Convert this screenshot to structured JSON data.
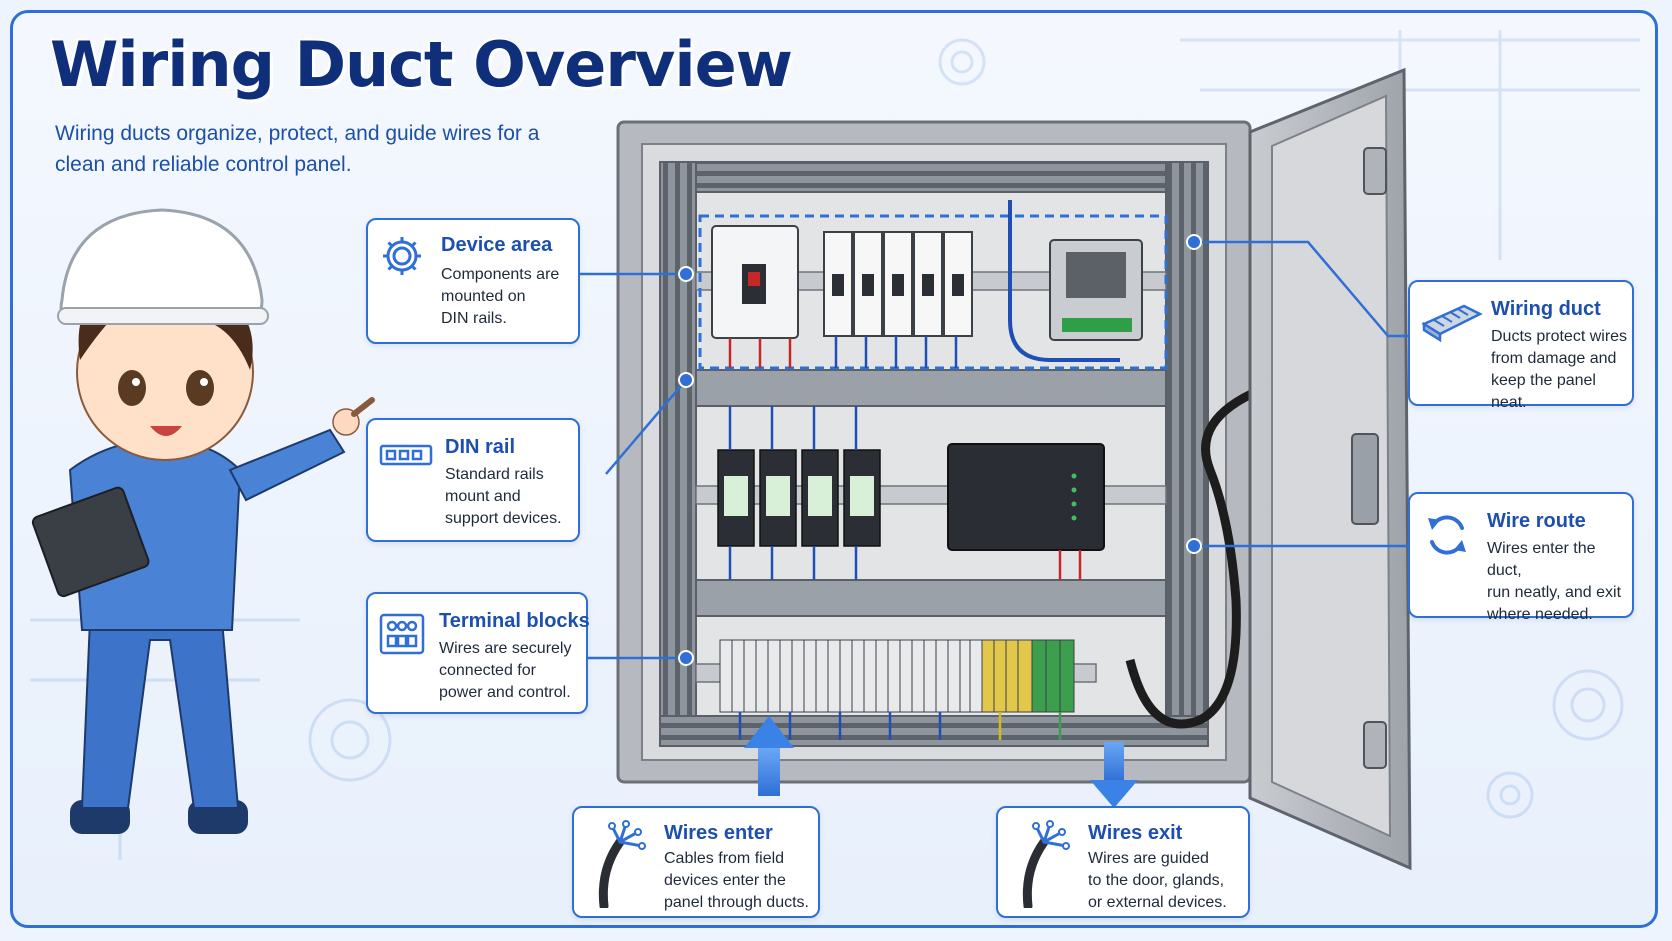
{
  "title": "Wiring Duct Overview",
  "subtitle": "Wiring ducts organize, protect, and guide wires for a clean and reliable control panel.",
  "callouts": {
    "device_area": {
      "title": "Device area",
      "text": "Components are\nmounted on\nDIN rails.",
      "icon": "gear-icon"
    },
    "din_rail": {
      "title": "DIN rail",
      "text": "Standard rails\nmount and\nsupport devices.",
      "icon": "din-rail-icon"
    },
    "terminal_blocks": {
      "title": "Terminal blocks",
      "text": "Wires are securely\nconnected for\npower and control.",
      "icon": "terminal-block-icon"
    },
    "wiring_duct": {
      "title": "Wiring duct",
      "text": "Ducts protect wires\nfrom damage and\nkeep the panel neat.",
      "icon": "wiring-duct-icon"
    },
    "wire_route": {
      "title": "Wire route",
      "text": "Wires enter the duct,\nrun neatly, and exit\nwhere needed.",
      "icon": "route-arrows-icon"
    },
    "wires_enter": {
      "title": "Wires enter",
      "text": "Cables from field\ndevices enter the\npanel through ducts.",
      "icon": "cable-bundle-icon"
    },
    "wires_exit": {
      "title": "Wires exit",
      "text": "Wires are guided\nto the door, glands,\nor external devices.",
      "icon": "cable-bundle-icon"
    }
  },
  "colors": {
    "accent": "#2f6fd6",
    "title": "#0f2f7a",
    "enclosure": "#a9adb3",
    "duct": "#8e949c",
    "arrow": "#3b82e6"
  }
}
